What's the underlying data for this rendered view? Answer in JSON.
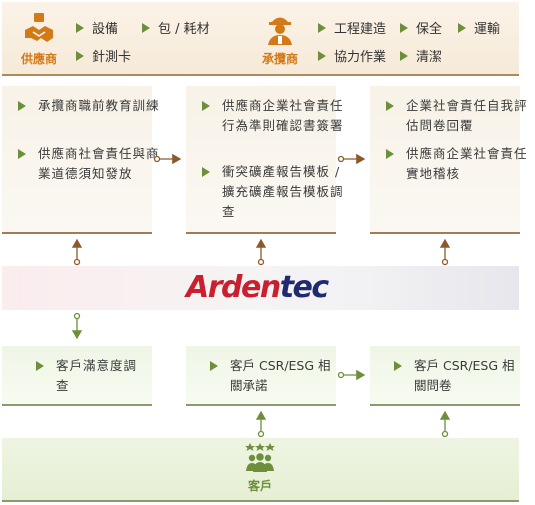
{
  "supplier": {
    "label": "供應商",
    "items": [
      "設備",
      "包 / 耗材",
      "針測卡"
    ]
  },
  "contractor": {
    "label": "承攬商",
    "items": [
      "工程建造",
      "保全",
      "運輸",
      "協力作業",
      "清潔"
    ]
  },
  "box_left": {
    "items": [
      "承攬商職前教育訓練",
      "供應商社會責任與商業道德須知發放"
    ]
  },
  "box_mid": {
    "items": [
      "供應商企業社會責任行為準則確認書簽署",
      "衝突礦產報告模板 / 擴充礦產報告模板調查"
    ]
  },
  "box_right": {
    "items": [
      "企業社會責任自我評估問卷回覆",
      "供應商企業社會責任實地稽核"
    ]
  },
  "logo": {
    "part1": "Arden",
    "part2": "tec"
  },
  "customer_boxes": {
    "left": "客戶滿意度調查",
    "mid": "客戶 CSR/ESG 相關承諾",
    "right": "客戶 CSR/ESG 相關問卷"
  },
  "customer": {
    "label": "客戶"
  },
  "colors": {
    "accent_orange": "#d37a18",
    "brown": "#8a5a2b",
    "green": "#6d8f3b",
    "logo_red": "#c8202f",
    "logo_navy": "#1f2b6e"
  }
}
